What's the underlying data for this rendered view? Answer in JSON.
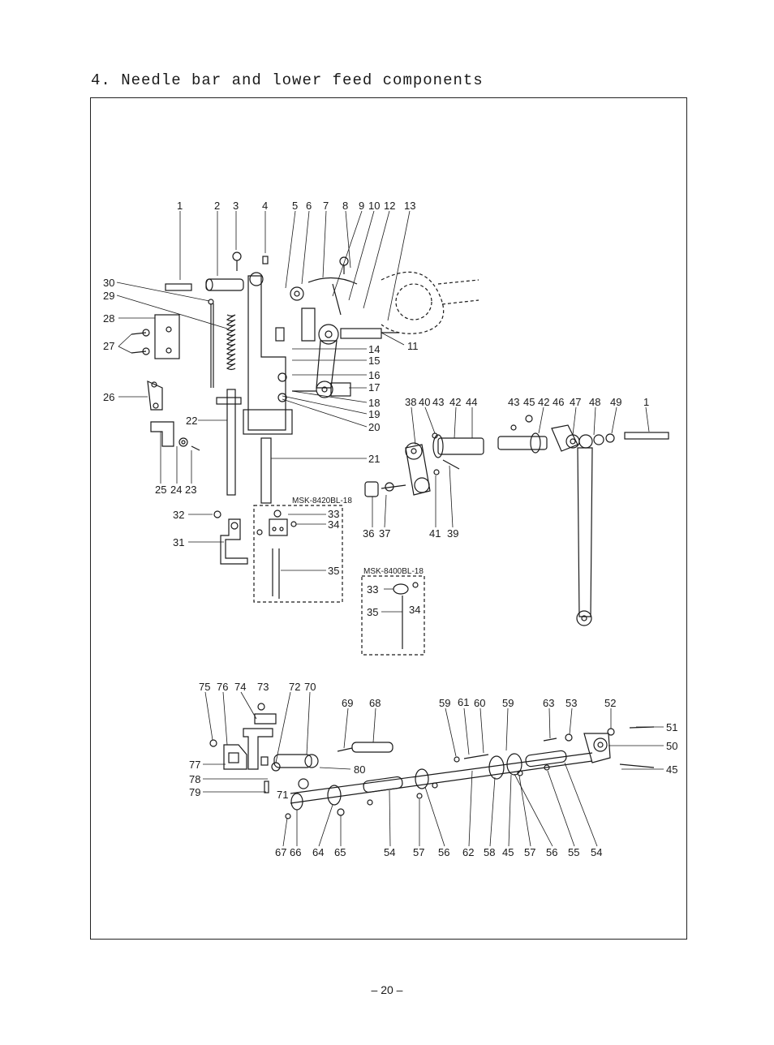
{
  "page": {
    "title": "4. Needle bar and lower feed components",
    "page_number": "– 20 –"
  },
  "diagram": {
    "variant_boxes": [
      "MSK-8420BL-18",
      "MSK-8400BL-18"
    ],
    "callouts": [
      "1",
      "2",
      "3",
      "4",
      "5",
      "6",
      "7",
      "8",
      "9",
      "10",
      "12",
      "13",
      "30",
      "29",
      "28",
      "27",
      "11",
      "14",
      "15",
      "16",
      "17",
      "18",
      "19",
      "20",
      "26",
      "22",
      "21",
      "25",
      "24",
      "23",
      "38",
      "40",
      "43",
      "42",
      "44",
      "43",
      "45",
      "42",
      "46",
      "47",
      "48",
      "49",
      "1",
      "36",
      "37",
      "41",
      "39",
      "32",
      "33",
      "34",
      "31",
      "35",
      "33",
      "34",
      "35",
      "75",
      "76",
      "74",
      "73",
      "72",
      "70",
      "69",
      "68",
      "59",
      "61",
      "60",
      "59",
      "63",
      "53",
      "52",
      "51",
      "50",
      "45",
      "77",
      "80",
      "78",
      "79",
      "71",
      "67",
      "66",
      "64",
      "65",
      "54",
      "57",
      "56",
      "62",
      "58",
      "45",
      "57",
      "56",
      "55",
      "54"
    ]
  }
}
